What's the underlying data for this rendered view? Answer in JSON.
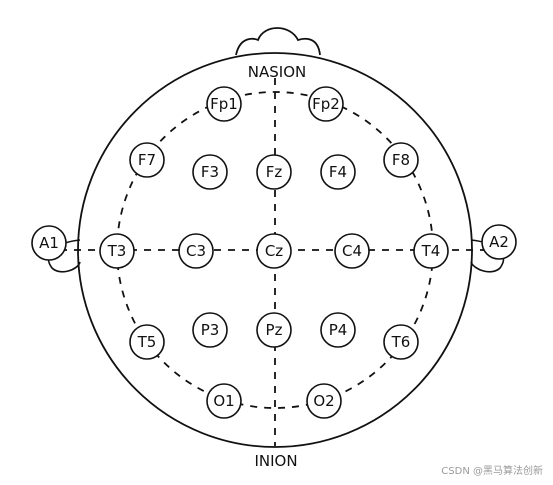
{
  "landmarks": {
    "top": "NASION",
    "bottom": "INION"
  },
  "electrodes": [
    {
      "id": "Fp1",
      "label": "Fp1"
    },
    {
      "id": "Fp2",
      "label": "Fp2"
    },
    {
      "id": "F7",
      "label": "F7"
    },
    {
      "id": "F3",
      "label": "F3"
    },
    {
      "id": "Fz",
      "label": "Fz"
    },
    {
      "id": "F4",
      "label": "F4"
    },
    {
      "id": "F8",
      "label": "F8"
    },
    {
      "id": "A1",
      "label": "A1"
    },
    {
      "id": "T3",
      "label": "T3"
    },
    {
      "id": "C3",
      "label": "C3"
    },
    {
      "id": "Cz",
      "label": "Cz"
    },
    {
      "id": "C4",
      "label": "C4"
    },
    {
      "id": "T4",
      "label": "T4"
    },
    {
      "id": "A2",
      "label": "A2"
    },
    {
      "id": "T5",
      "label": "T5"
    },
    {
      "id": "P3",
      "label": "P3"
    },
    {
      "id": "Pz",
      "label": "Pz"
    },
    {
      "id": "P4",
      "label": "P4"
    },
    {
      "id": "T6",
      "label": "T6"
    },
    {
      "id": "O1",
      "label": "O1"
    },
    {
      "id": "O2",
      "label": "O2"
    }
  ],
  "watermark": "CSDN @黑马算法创新"
}
